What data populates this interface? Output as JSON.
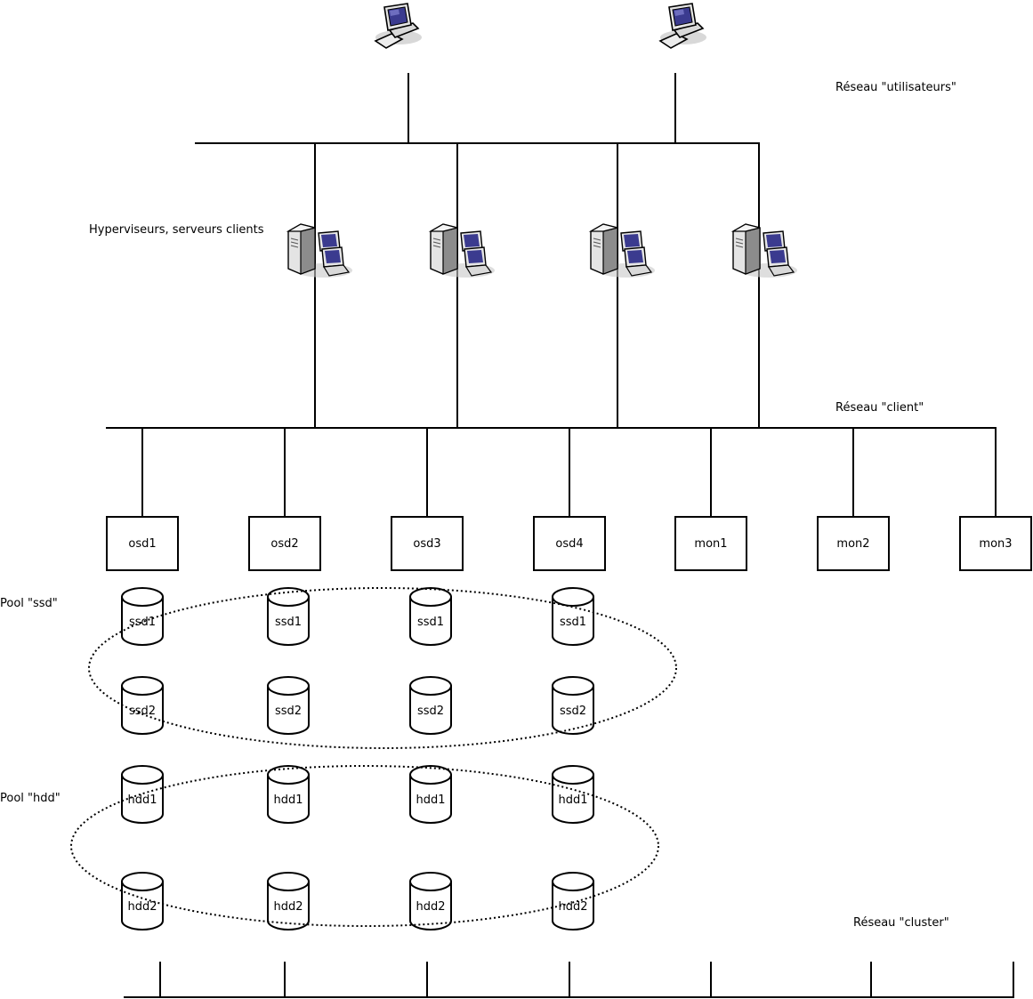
{
  "networks": {
    "users": "Réseau \"utilisateurs\"",
    "client": "Réseau \"client\"",
    "cluster": "Réseau \"cluster\""
  },
  "labels": {
    "hypervisors": "Hyperviseurs, serveurs clients"
  },
  "pools": {
    "ssd": "Pool \"ssd\"",
    "hdd": "Pool \"hdd\""
  },
  "nodes": [
    "osd1",
    "osd2",
    "osd3",
    "osd4",
    "mon1",
    "mon2",
    "mon3"
  ],
  "disks": {
    "ssd_row1": [
      "ssd1",
      "ssd1",
      "ssd1",
      "ssd1"
    ],
    "ssd_row2": [
      "ssd2",
      "ssd2",
      "ssd2",
      "ssd2"
    ],
    "hdd_row1": [
      "hdd1",
      "hdd1",
      "hdd1",
      "hdd1"
    ],
    "hdd_row2": [
      "hdd2",
      "hdd2",
      "hdd2",
      "hdd2"
    ]
  },
  "icons": {
    "workstation": "workstation-icon",
    "server": "server-with-workstations-icon"
  }
}
